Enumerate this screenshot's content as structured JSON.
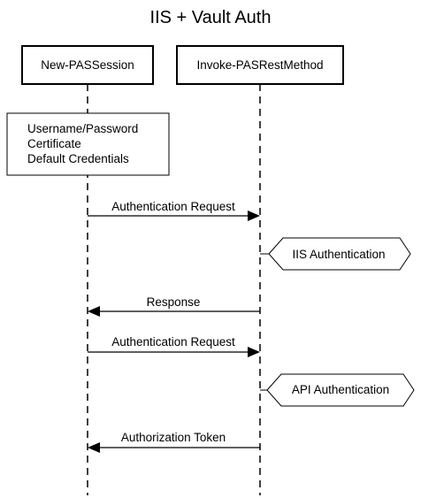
{
  "diagram": {
    "title": "IIS + Vault Auth",
    "participants": [
      {
        "id": "new-passession",
        "label": "New-PASSession"
      },
      {
        "id": "invoke-pasrestmethod",
        "label": "Invoke-PASRestMethod"
      }
    ],
    "note_lines": [
      "Username/Password",
      "Certificate",
      "Default Credentials"
    ],
    "messages": [
      {
        "label": "Authentication Request",
        "from": "New-PASSession",
        "to": "Invoke-PASRestMethod"
      },
      {
        "label": "IIS Authentication",
        "kind": "action"
      },
      {
        "label": "Response",
        "from": "Invoke-PASRestMethod",
        "to": "New-PASSession"
      },
      {
        "label": "Authentication Request",
        "from": "New-PASSession",
        "to": "Invoke-PASRestMethod"
      },
      {
        "label": "API Authentication",
        "kind": "action"
      },
      {
        "label": "Authorization Token",
        "from": "Invoke-PASRestMethod",
        "to": "New-PASSession"
      }
    ]
  }
}
